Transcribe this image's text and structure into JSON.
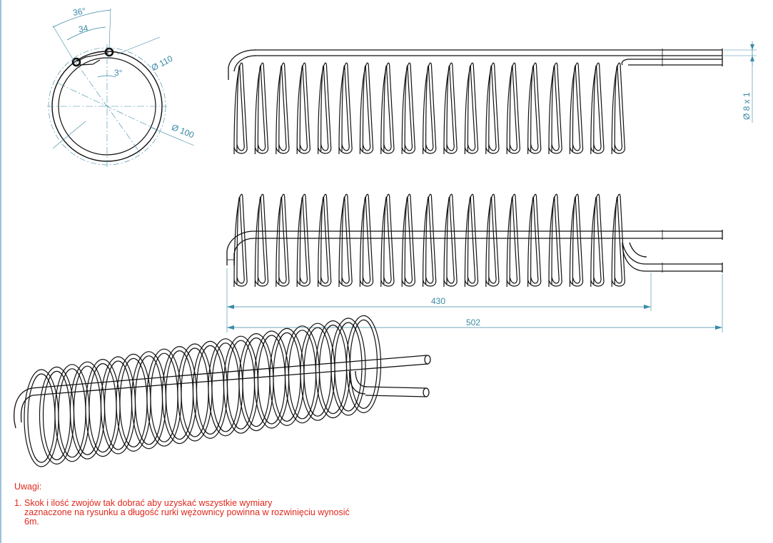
{
  "dimensions": {
    "angle_outer": "36°",
    "chord_34": "34",
    "angle_small": "3°",
    "diameter_110": "Ø 110",
    "diameter_100": "Ø 100",
    "tube_size": "Ø 8 x 1",
    "length_430": "430",
    "length_502": "502"
  },
  "notes": {
    "title": "Uwagi:",
    "items": [
      {
        "number": "1.",
        "line1": "Skok i ilość zwojów tak dobrać aby uzyskać wszystkie wymiary",
        "line2": "zaznaczone   na rysunku a długość rurki wężownicy powinna w rozwinięciu wynosić",
        "line3": "6m."
      }
    ]
  },
  "colors": {
    "line": "#111111",
    "dimension": "#3a8aa6",
    "note": "#e0281c",
    "border": "#9cc3dd"
  }
}
